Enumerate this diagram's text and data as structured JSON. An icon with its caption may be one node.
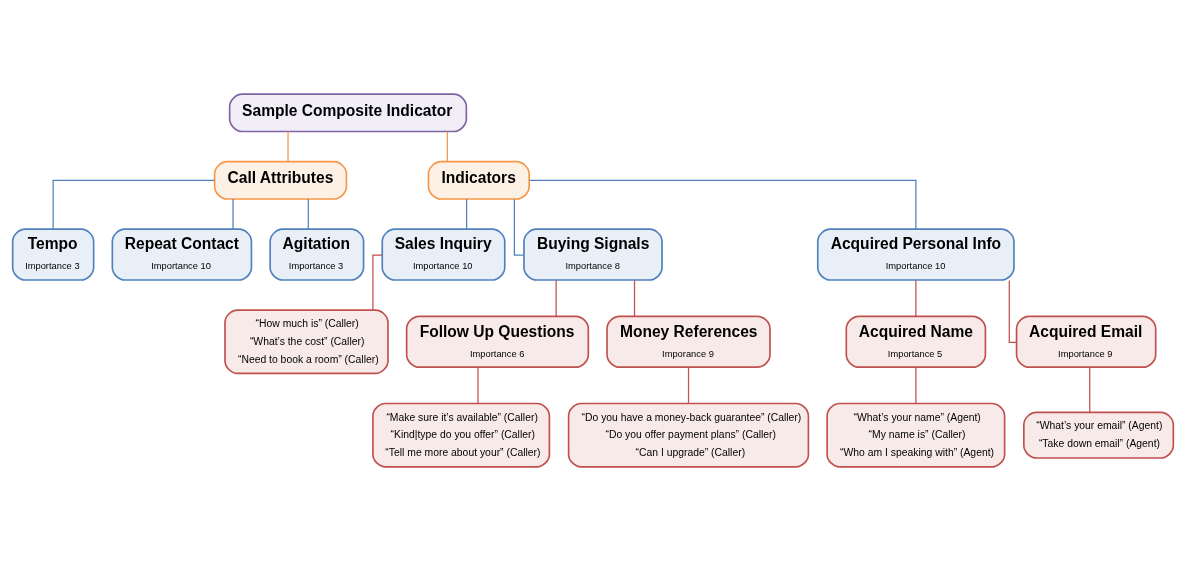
{
  "diagram": {
    "nodes": [
      {
        "text": [
          "Sample Composite Indicator"
        ]
      },
      {
        "text": [
          "Call Attributes"
        ]
      },
      {
        "text": [
          "Indicators"
        ]
      },
      {
        "text": [
          "Tempo",
          "Importance 3"
        ]
      },
      {
        "text": [
          "Repeat Contact",
          "Importance 10"
        ]
      },
      {
        "text": [
          "Agitation",
          "Importance 3"
        ]
      },
      {
        "text": [
          "Sales Inquiry",
          "Importance 10"
        ]
      },
      {
        "text": [
          "Buying Signals",
          "Importance 8"
        ]
      },
      {
        "text": [
          "Acquired Personal Info",
          "Importance 10"
        ]
      },
      {
        "text": [
          "“How much is” (Caller)",
          "“What’s the cost” (Caller)",
          "“Need to book a room” (Caller)"
        ]
      },
      {
        "text": [
          "Follow Up Questions",
          "Importance 6"
        ]
      },
      {
        "text": [
          "Money References",
          "Imporance 9"
        ]
      },
      {
        "text": [
          "Acquired Name",
          "Importance 5"
        ]
      },
      {
        "text": [
          "Acquired Email",
          "Importance 9"
        ]
      },
      {
        "text": [
          "“Make sure it’s available” (Caller)",
          "“Kind|type do you offer” (Caller)",
          "“Tell me more about your” (Caller)"
        ]
      },
      {
        "text": [
          "“Do you have a money-back guarantee” (Caller)",
          "“Do you offer payment plans” (Caller)",
          "“Can I upgrade” (Caller)"
        ]
      },
      {
        "text": [
          "“What’s your name” (Agent)",
          "“My name is” (Caller)",
          "“Who am I speaking with” (Agent)"
        ]
      },
      {
        "text": [
          "“What’s your email” (Agent)",
          "“Take down email” (Agent)"
        ]
      }
    ],
    "edges": [
      {
        "from": 0,
        "to": 1,
        "arrow": "none",
        "color": "#f79646"
      },
      {
        "from": 0,
        "to": 2,
        "arrow": "none",
        "color": "#f79646"
      },
      {
        "from": 1,
        "to": 3,
        "arrow": "none",
        "color": "#4f81bd"
      },
      {
        "from": 1,
        "to": 4,
        "arrow": "none",
        "color": "#4f81bd"
      },
      {
        "from": 1,
        "to": 5,
        "arrow": "none",
        "color": "#4f81bd"
      },
      {
        "from": 2,
        "to": 6,
        "arrow": "none",
        "color": "#4f81bd"
      },
      {
        "from": 2,
        "to": 7,
        "arrow": "none",
        "color": "#4f81bd"
      },
      {
        "from": 2,
        "to": 8,
        "arrow": "none",
        "color": "#4f81bd"
      },
      {
        "from": 6,
        "to": 9,
        "arrow": "none"
      },
      {
        "from": 7,
        "to": 10,
        "arrow": "none"
      },
      {
        "from": 7,
        "to": 11,
        "arrow": "none"
      },
      {
        "from": 8,
        "to": 12,
        "arrow": "none"
      },
      {
        "from": 8,
        "to": 13,
        "arrow": "none"
      },
      {
        "from": 10,
        "to": 14,
        "arrow": "none"
      },
      {
        "from": 11,
        "to": 15,
        "arrow": "none"
      },
      {
        "from": 12,
        "to": 16,
        "arrow": "none"
      },
      {
        "from": 13,
        "to": 17,
        "arrow": "none"
      }
    ]
  }
}
